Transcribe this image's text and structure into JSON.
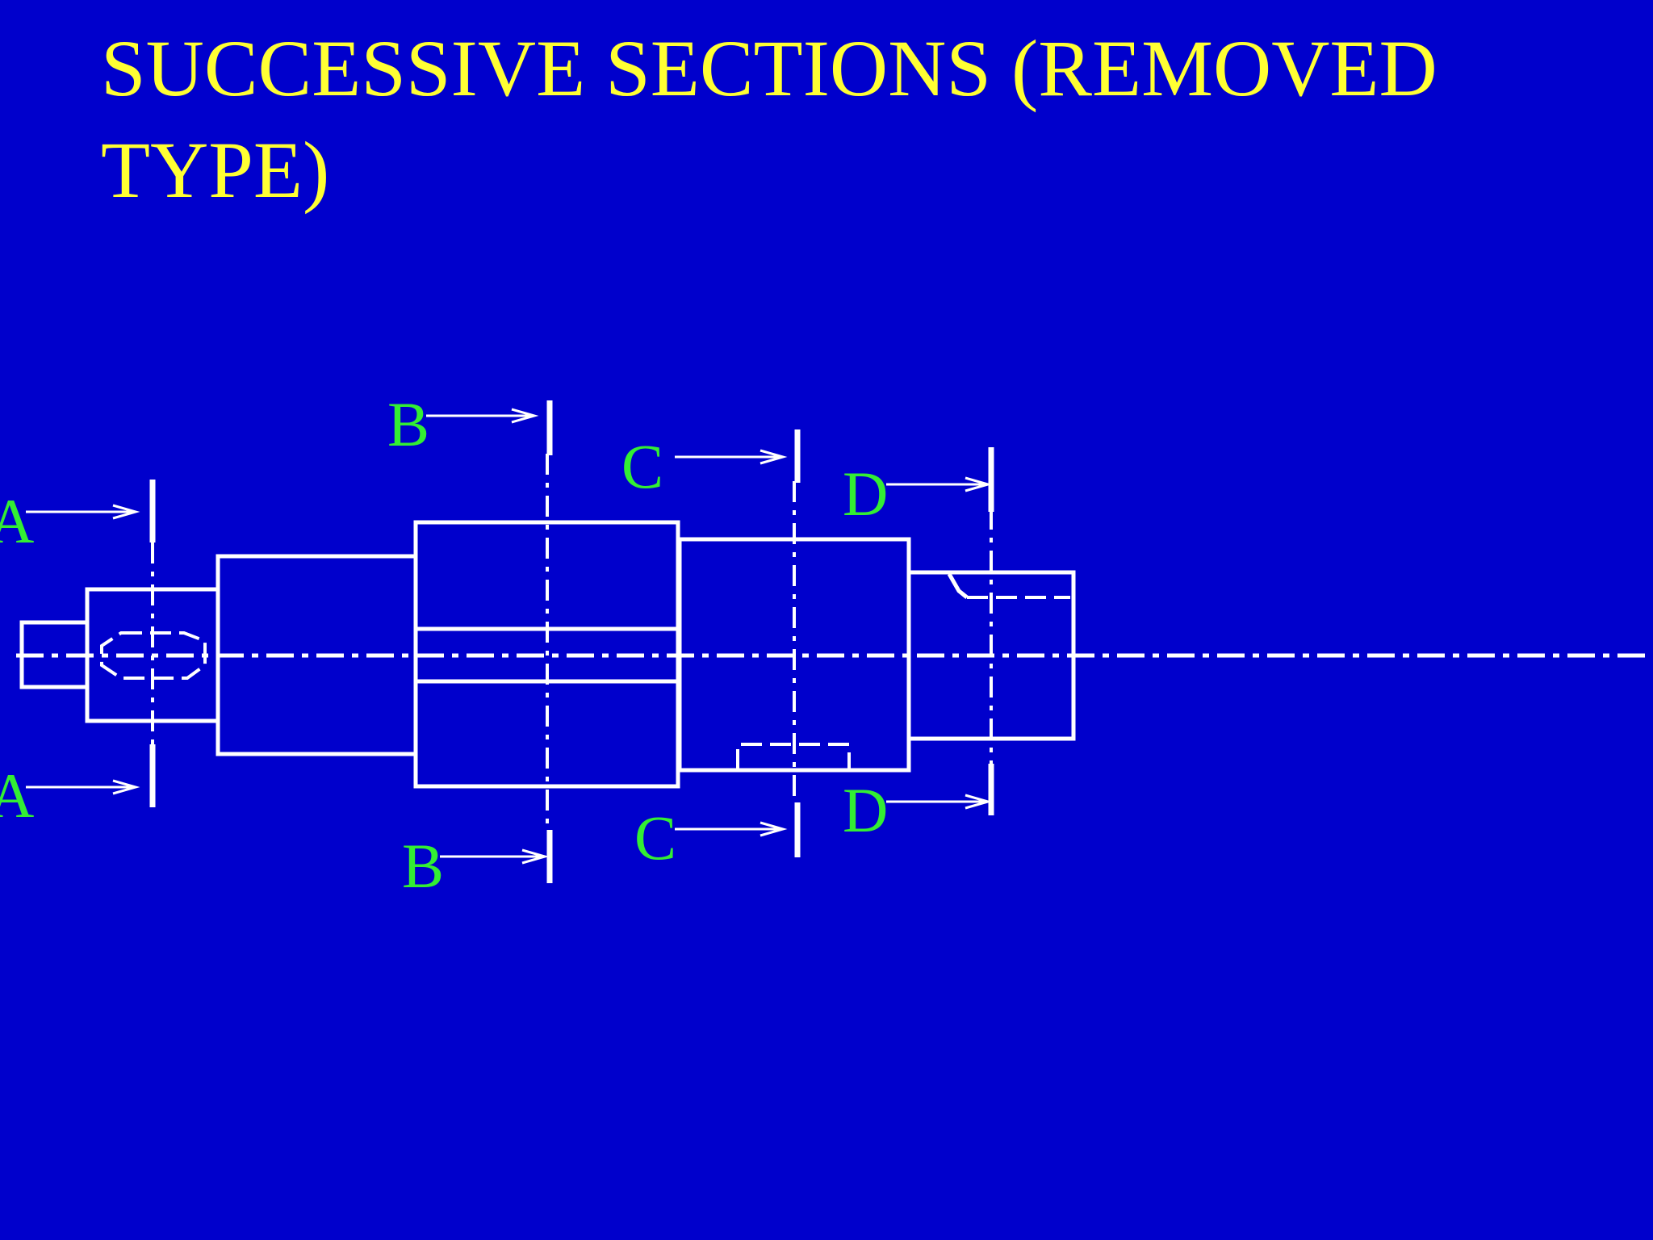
{
  "slide": {
    "title": "SUCCESSIVE SECTIONS (REMOVED TYPE)",
    "background_color": "#0000cc",
    "title_color": "#ffff33",
    "label_color": "#33ee33",
    "line_color": "#ffffff"
  },
  "section_labels": {
    "a_top": "A",
    "a_bottom": "A",
    "b_top": "B",
    "b_bottom": "B",
    "c_top": "C",
    "c_bottom": "C",
    "d_top": "D",
    "d_bottom": "D"
  }
}
